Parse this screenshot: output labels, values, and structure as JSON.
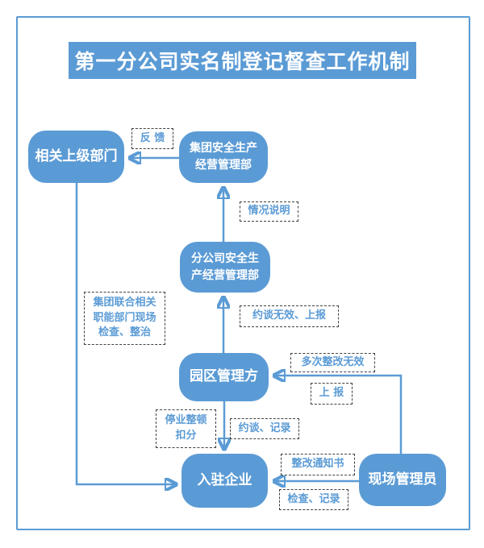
{
  "title": "第一分公司实名制登记督查工作机制",
  "colors": {
    "accent": "#5b9bd5",
    "label-text": "#5b9bd5",
    "dash": "#404040"
  },
  "nodes": {
    "superior": {
      "text": "相关上级部门"
    },
    "group_safety": {
      "text": "集团安全生产\n经营管理部"
    },
    "branch_safety": {
      "text": "分公司安全生\n产经营管理部"
    },
    "park_mgmt": {
      "text": "园区管理方"
    },
    "enterprise": {
      "text": "入驻企业"
    },
    "site_manager": {
      "text": "现场管理员"
    }
  },
  "labels": {
    "feedback": {
      "text": "反 馈"
    },
    "situation": {
      "text": "情况说明"
    },
    "joint_inspection": {
      "text": "集团联合相关\n职能部门现场\n检查、整治"
    },
    "interview_invalid": {
      "text": "约谈无效、上报"
    },
    "repeated_invalid": {
      "text": "多次整改无效"
    },
    "report": {
      "text": "上 报"
    },
    "suspend": {
      "text": "停业整顿\n扣分"
    },
    "interview_record": {
      "text": "约谈、记录"
    },
    "rect_notice": {
      "text": "整改通知书"
    },
    "inspect_record": {
      "text": "检查、记录"
    }
  }
}
